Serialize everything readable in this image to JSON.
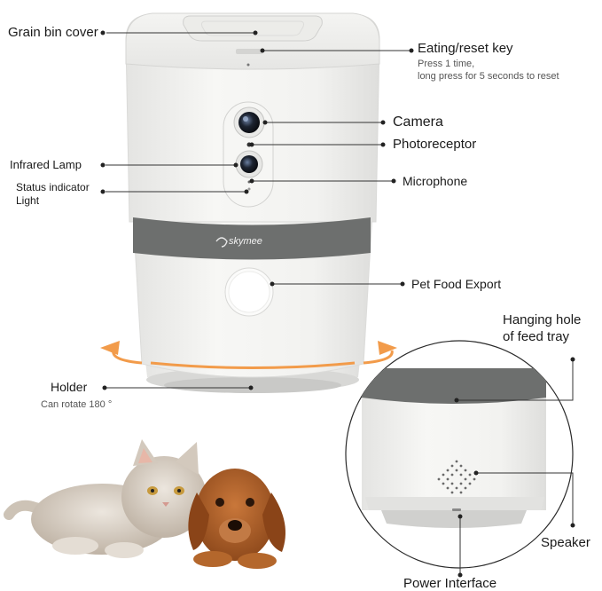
{
  "brand": {
    "logo_text": "skymee"
  },
  "labels": {
    "grain_bin_cover": "Grain bin cover",
    "eating_reset_key": "Eating/reset key",
    "eating_reset_note_1": "Press 1 time,",
    "eating_reset_note_2": "long press for 5 seconds to reset",
    "camera": "Camera",
    "photoreceptor": "Photoreceptor",
    "infrared_lamp": "Infrared Lamp",
    "status_indicator_1": "Status indicator",
    "status_indicator_2": "Light",
    "microphone": "Microphone",
    "pet_food_export": "Pet Food Export",
    "hanging_hole_1": "Hanging hole",
    "hanging_hole_2": "of feed tray",
    "holder": "Holder",
    "holder_note": "Can rotate 180 °",
    "speaker": "Speaker",
    "power_interface": "Power Interface"
  },
  "colors": {
    "body": "#f3f3f1",
    "band": "#6d6f6e",
    "rotate_arrow": "#f29b4a",
    "cat_fur": "#d9cfc3",
    "dog_fur": "#b4672c"
  }
}
